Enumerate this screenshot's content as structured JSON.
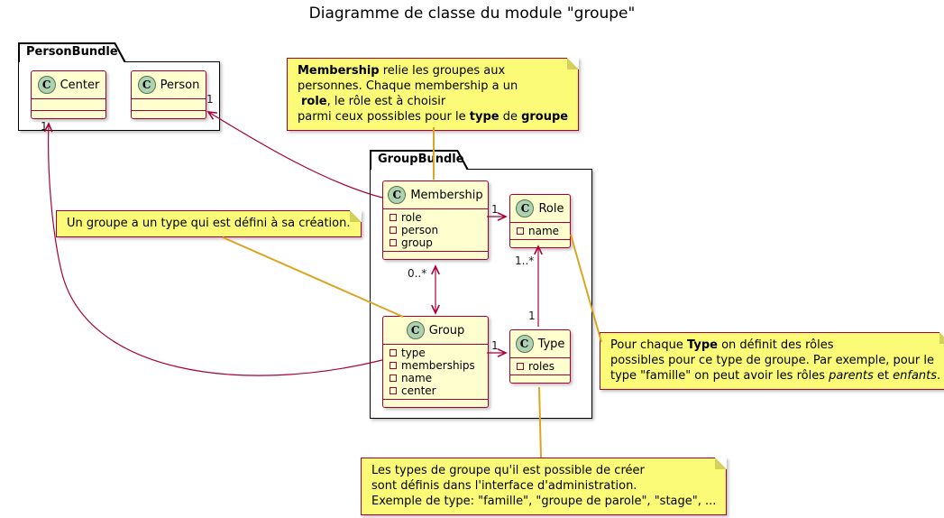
{
  "title": "Diagramme de classe du module \"groupe\"",
  "packages": {
    "person_bundle": {
      "name": "PersonBundle"
    },
    "group_bundle": {
      "name": "GroupBundle"
    }
  },
  "classes": {
    "center": {
      "name": "Center",
      "icon": "C",
      "attributes": []
    },
    "person": {
      "name": "Person",
      "icon": "C",
      "attributes": []
    },
    "membership": {
      "name": "Membership",
      "icon": "C",
      "attributes": [
        "role",
        "person",
        "group"
      ]
    },
    "role": {
      "name": "Role",
      "icon": "C",
      "attributes": [
        "name"
      ]
    },
    "group": {
      "name": "Group",
      "icon": "C",
      "attributes": [
        "type",
        "memberships",
        "name",
        "center"
      ]
    },
    "type": {
      "name": "Type",
      "icon": "C",
      "attributes": [
        "roles"
      ]
    }
  },
  "multiplicities": {
    "membership_person": "1",
    "group_center": "1",
    "membership_role": "1",
    "group_membership": "0..*",
    "group_type": "1",
    "type_role_source": "1",
    "type_role_target": "1..*"
  },
  "notes": {
    "membership": {
      "l1a": "Membership",
      "l1b": " relie les groupes aux",
      "l2": "personnes. Chaque membership a un",
      "l3a": "role",
      "l3b": ", le rôle est à choisir",
      "l4a": "parmi ceux possibles pour le ",
      "l4b": "type",
      "l4c": " de ",
      "l4d": "groupe"
    },
    "group_creation": {
      "l1": "Un groupe a un type qui est défini à sa création."
    },
    "role_note": {
      "l1a": "Pour chaque ",
      "l1b": "Type",
      "l1c": " on définit des rôles",
      "l2": "possibles pour ce type de groupe. Par exemple, pour le",
      "l3a": "type \"famille\" on peut avoir les rôles ",
      "l3b": "parents",
      "l3c": " et ",
      "l3d": "enfants",
      "l3e": "."
    },
    "type_note": {
      "l1": "Les types de groupe qu'il est possible de créer",
      "l2": "sont définis dans l'interface d'administration.",
      "l3": "Exemple de type: \"famille\", \"groupe de parole\", \"stage\", ..."
    }
  },
  "colors": {
    "class_border": "#A80036",
    "class_bg": "#FEFECE",
    "note_bg": "#FBFB77",
    "circle_bg": "#ADD1B2",
    "package_border": "#000000",
    "note_link": "#DAA520"
  }
}
